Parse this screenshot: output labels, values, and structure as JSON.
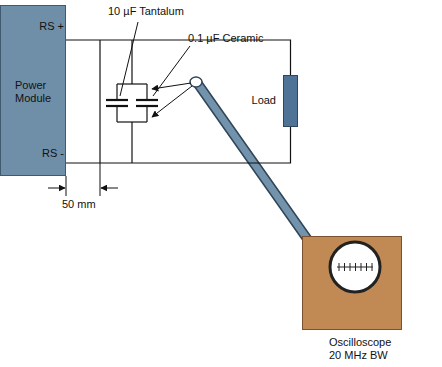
{
  "diagram": {
    "nodes": [
      {
        "text": [
          "Power Module"
        ]
      },
      {
        "text": [
          "Load"
        ]
      },
      {
        "text": [
          "Oscilloscope",
          "20 MHz BW"
        ]
      }
    ],
    "edges": [
      {
        "from": 0,
        "to": 1,
        "arrow": "none"
      },
      {
        "from": 0,
        "to": 1,
        "arrow": "none"
      }
    ],
    "labels": [
      "10 µF Tantalum",
      "0.1 µF Ceramic",
      "RS +",
      "RS -",
      "50 mm"
    ]
  }
}
